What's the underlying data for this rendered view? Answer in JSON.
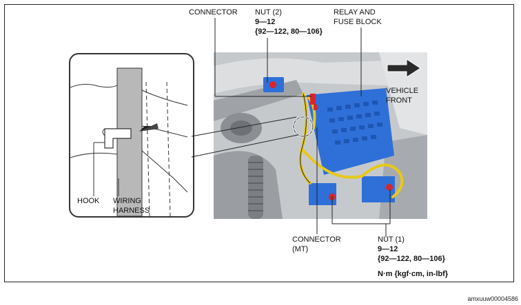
{
  "labels": {
    "connector_top": "CONNECTOR",
    "nut2_title": "NUT (2)",
    "nut2_torque_nm": "9—12",
    "nut2_torque_other": "{92—122, 80—106}",
    "relay_line1": "RELAY AND",
    "relay_line2": "FUSE BLOCK",
    "vehicle_line1": "VEHICLE",
    "vehicle_line2": "FRONT",
    "hook": "HOOK",
    "wiring_line1": "WIRING",
    "wiring_line2": "HARNESS",
    "connector_mt_line1": "CONNECTOR",
    "connector_mt_line2": "(MT)",
    "nut1_title": "NUT (1)",
    "nut1_torque_nm": "9—12",
    "nut1_torque_other": "{92—122, 80—106}",
    "units": "N·m {kgf·cm, in-lbf}"
  },
  "footer": {
    "code": "amxuuw00004586"
  },
  "colors": {
    "relay_block": "#2f6fd8",
    "harness": "#e8c81a",
    "nut": "#d8262b",
    "engine_bay": "#b9bcbf",
    "arrow": "#2a2a2a"
  }
}
